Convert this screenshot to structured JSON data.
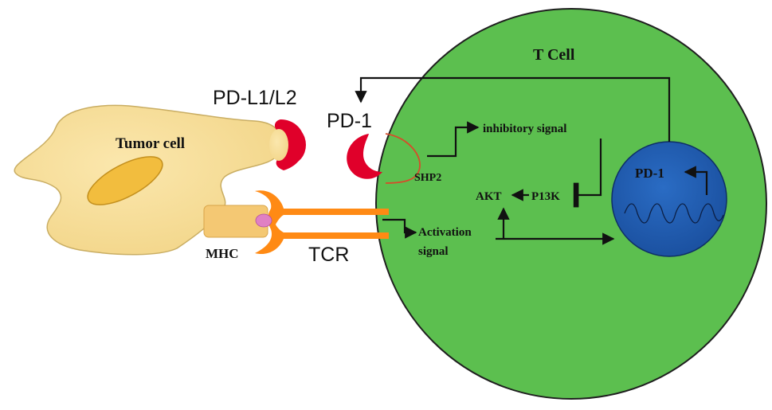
{
  "labels": {
    "tumor_cell": "Tumor cell",
    "t_cell": "T Cell",
    "pd_l1_l2": "PD-L1/L2",
    "pd1_receptor": "PD-1",
    "pd1_nucleus": "PD-1",
    "inhibitory_signal": "inhibitory signal",
    "shp2": "SHP2",
    "akt": "AKT",
    "pi3k": "P13K",
    "activation_signal_line1": "Activation",
    "activation_signal_line2": "signal",
    "mhc": "MHC",
    "tcr": "TCR"
  },
  "colors": {
    "tumor_fill": "#f7dc92",
    "tumor_stroke": "#c9ad62",
    "tumor_nucleus": "#f2bd3e",
    "t_cell_fill": "#5cbf4f",
    "t_cell_stroke": "#1f1f1f",
    "nucleus_fill": "#1f5db1",
    "ligand_red": "#e0002a",
    "receptor_orange": "#ff8a14",
    "mhc_fill": "#f4c873",
    "antigen_pink": "#e080c4",
    "shp2_arc": "#d64c2a",
    "arrow_black": "#111111"
  }
}
